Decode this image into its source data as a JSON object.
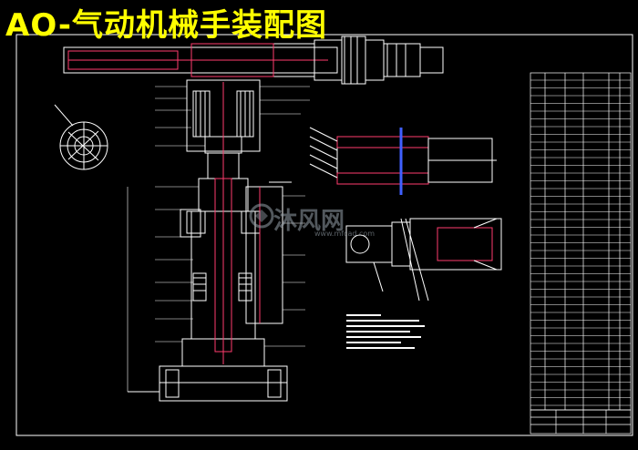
{
  "title": "AO-气动机械手装配图",
  "watermark": {
    "brand": "沐风网",
    "url": "www.mfcad.com"
  },
  "colors": {
    "background": "#000000",
    "title": "#ffff00",
    "line": "#ffffff",
    "accent_red": "#ff3c6e",
    "accent_blue": "#4060ff"
  },
  "icons": [
    "watermark-logo-icon"
  ]
}
